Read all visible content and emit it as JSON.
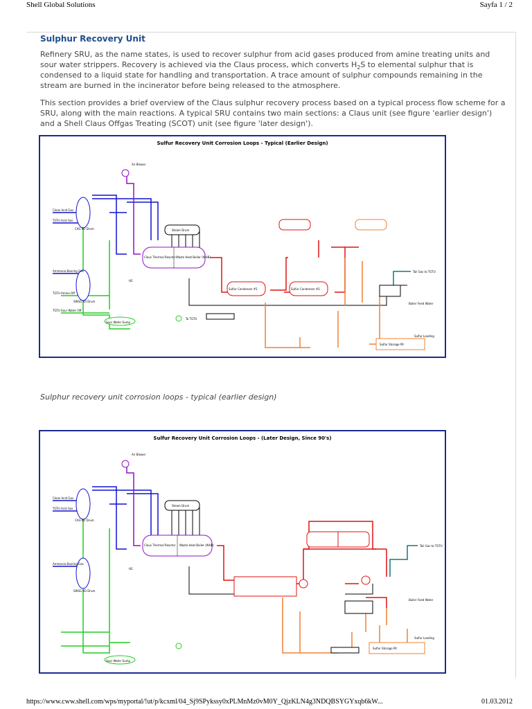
{
  "header": {
    "left": "Shell Global Solutions",
    "right": "Sayfa 1 / 2"
  },
  "section": {
    "title": "Sulphur Recovery Unit",
    "para1_a": "Refinery SRU, as the name states, is used to recover sulphur from acid gases produced from amine treating units and sour water strippers. Recovery is achieved via the Claus process, which converts H",
    "para1_sub": "2",
    "para1_b": "S to elemental sulphur that is condensed to a liquid state for handling and transportation. A trace amount of sulphur compounds remaining in the stream are burned in the incinerator before being released to the atmosphere.",
    "para2": "This section provides a brief overview of the Claus sulphur recovery process based on a typical process flow scheme for a SRU, along with the main reactions. A typical SRU contains two main sections: a Claus unit (see figure 'earlier design') and a Shell Claus Offgas Treating (SCOT) unit (see figure 'later design')."
  },
  "figure1": {
    "title": "Sulfur Recovery Unit Corrosion Loops - Typical (Earlier Design)",
    "labels": {
      "air_blower": "Air Blower",
      "clean_acid_gas": "Clean Acid Gas",
      "tgtu_acid_gas": "TGTU Acid Gas",
      "ammonia_bearing_gas": "Ammonia Bearing Gas",
      "cag_ko_drum": "CAG KO Drum",
      "swsg_ko_drum": "SWSG KO Drum",
      "thermal_reactor": "Claus Thermal Reactor",
      "waste_heat_boiler": "Waste Heat Boiler (WHB)",
      "steam_drum": "Steam Drum",
      "condenser1": "Sulfur Condenser #1",
      "condenser2": "Sulfur Condenser #2",
      "sour_water_sump": "Sour Water Sump",
      "sulfur_storage_pit": "Sulfur Storage Pit",
      "to_tgtu": "To TGTU",
      "tail_gas": "Tail Gas to TGTU",
      "boiler_feed_water": "Boiler Feed Water",
      "sulfur_loading": "Sulfur Loading",
      "tgtu_amine": "TGTU Amine Off",
      "tgtu_sour_water": "TGTU Sour Water Off",
      "h2": "H2"
    }
  },
  "caption1": "Sulphur recovery unit corrosion loops - typical (earlier design)",
  "figure2": {
    "title": "Sulfur Recovery Unit Corrosion Loops - (Later Design, Since 90's)",
    "labels": {
      "air_blower": "Air Blower",
      "clean_acid_gas": "Clean Acid Gas",
      "tgtu_acid_gas": "TGTU Acid Gas",
      "ammonia_bearing_gas": "Ammonia Bearing Gas",
      "cag_ko_drum": "CAG KO Drum",
      "swsg_ko_drum": "SWSG KO Drum",
      "thermal_reactor": "Claus Thermal Reactor",
      "waste_heat_boiler": "Waste Heat Boiler (WHB)",
      "steam_drum": "Steam Drum",
      "sour_water_sump": "Sour Water Sump",
      "sulfur_storage_pit": "Sulfur Storage Pit",
      "tail_gas": "Tail Gas to TGTU",
      "boiler_feed_water": "Boiler Feed Water",
      "sulfur_loading": "Sulfur Loading",
      "h2": "H2"
    }
  },
  "footer": {
    "url": "https://www.cww.shell.com/wps/myportal/!ut/p/kcxml/04_Sj9SPykssy0xPLMnMz0vM0Y_QjzKLN4g3NDQBSYGYxqb6kW...",
    "date": "01.03.2012"
  },
  "colors": {
    "title": "#1f4e8c",
    "frame": "#1a2a8c",
    "green": "#22cc22",
    "blue": "#1010d0",
    "red": "#e01010",
    "orange": "#f08030",
    "purple": "#9010c0",
    "teal": "#107878"
  }
}
